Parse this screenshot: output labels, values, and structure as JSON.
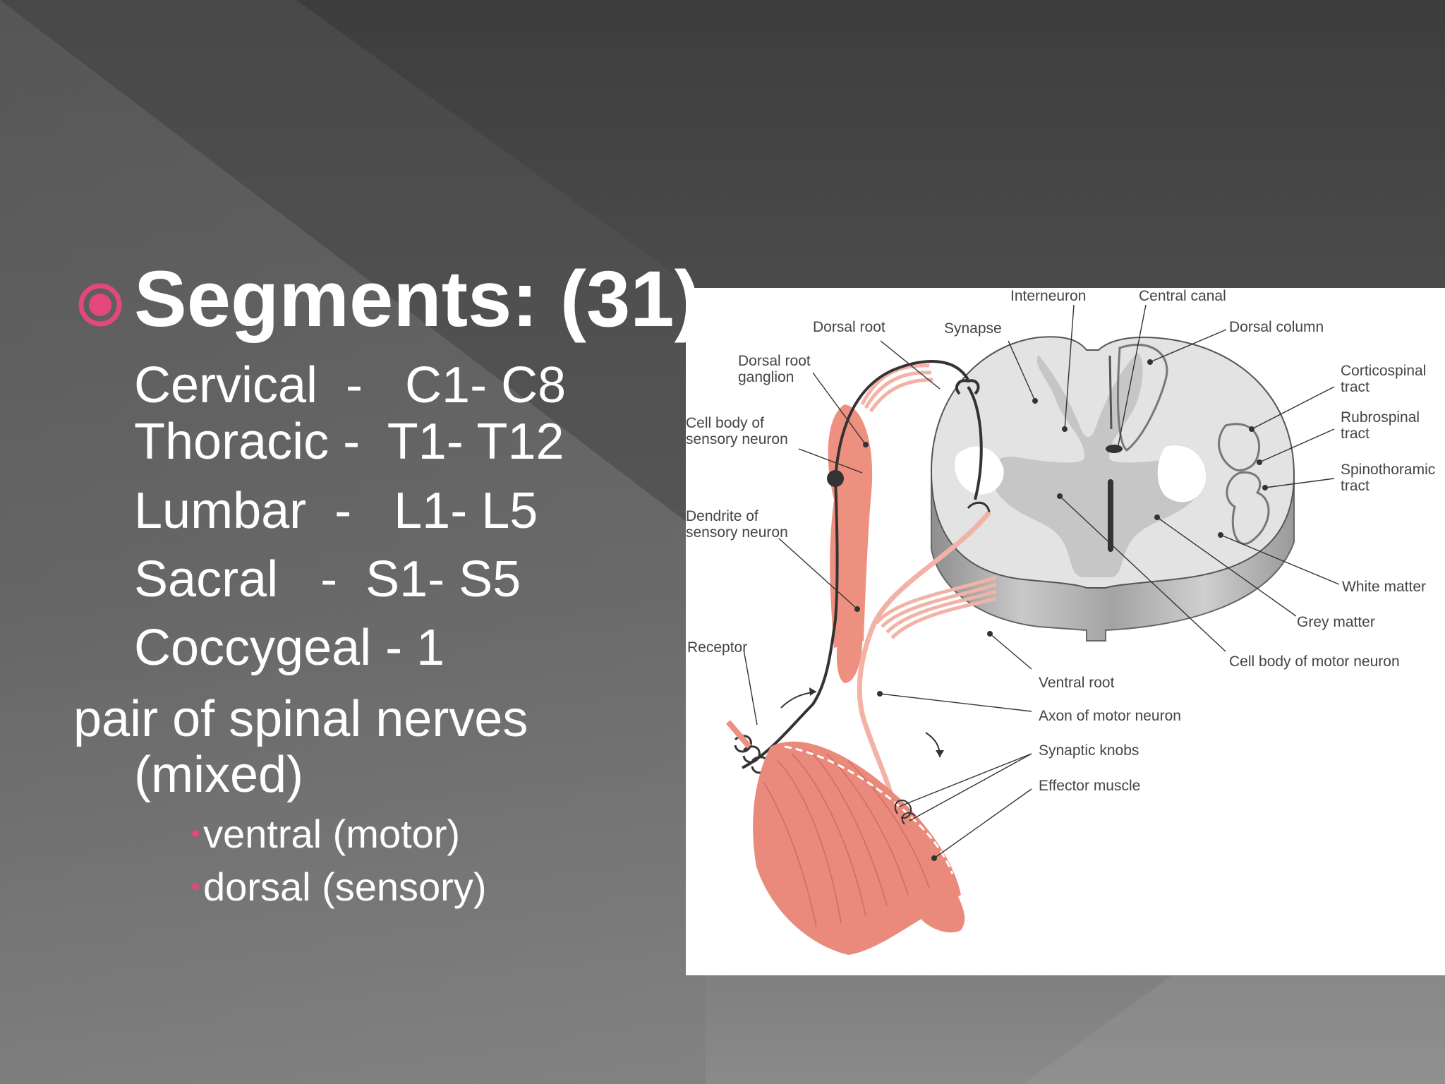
{
  "slide": {
    "title": "Segments: (31)",
    "segments": [
      "Cervical  -   C1- C8",
      "Thoracic -  T1- T12",
      "Lumbar  -   L1- L5",
      "Sacral   -  S1- S5",
      "Coccygeal - 1"
    ],
    "pair_line": "pair of spinal nerves",
    "mixed_line": "(mixed)",
    "sub_items": [
      "ventral (motor)",
      "dorsal (sensory)"
    ]
  },
  "figure": {
    "labels": {
      "interneuron": "Interneuron",
      "central_canal": "Central canal",
      "dorsal_root": "Dorsal root",
      "synapse": "Synapse",
      "dorsal_column": "Dorsal column",
      "drg_1": "Dorsal root",
      "drg_2": "ganglion",
      "corticospinal_1": "Corticospinal",
      "corticospinal_2": "tract",
      "cell_body_sensory_1": "Cell body of",
      "cell_body_sensory_2": "sensory neuron",
      "rubrospinal_1": "Rubrospinal",
      "rubrospinal_2": "tract",
      "spinothoramic_1": "Spinothoramic",
      "spinothoramic_2": "tract",
      "dendrite_1": "Dendrite of",
      "dendrite_2": "sensory neuron",
      "white_matter": "White matter",
      "grey_matter": "Grey matter",
      "receptor": "Receptor",
      "cell_body_motor": "Cell body of motor neuron",
      "ventral_root": "Ventral root",
      "axon_motor": "Axon of motor neuron",
      "synaptic_knobs": "Synaptic knobs",
      "effector_muscle": "Effector muscle"
    }
  },
  "colors": {
    "accent_pink": "#e4467e",
    "text": "#ffffff",
    "nerve_pink": "#f2b3a6",
    "muscle": "#ea8a7c",
    "ganglion": "#ee9080"
  }
}
